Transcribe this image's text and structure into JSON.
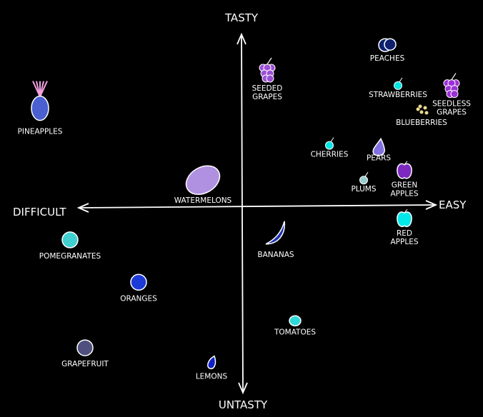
{
  "chart_data": {
    "type": "scatter",
    "title": "",
    "xlabel_left": "DIFFICULT",
    "xlabel_right": "EASY",
    "ylabel_top": "TASTY",
    "ylabel_bottom": "UNTASTY",
    "xlim": [
      -1.1,
      1.1
    ],
    "ylim": [
      -1.0,
      1.0
    ],
    "grid": false,
    "points": [
      {
        "name": "PINEAPPLES",
        "x": -0.94,
        "y": 0.52,
        "color": "#4a5fd0",
        "shape": "pineapple"
      },
      {
        "name": "SEEDED GRAPES",
        "x": 0.12,
        "y": 0.7,
        "color": "#9b4fd6",
        "shape": "grapes"
      },
      {
        "name": "PEACHES",
        "x": 0.68,
        "y": 0.84,
        "color": "#0d1f6e",
        "shape": "peach"
      },
      {
        "name": "STRAWBERRIES",
        "x": 0.73,
        "y": 0.63,
        "color": "#00e5e5",
        "shape": "small"
      },
      {
        "name": "SEEDLESS GRAPES",
        "x": 0.98,
        "y": 0.62,
        "color": "#9b30d6",
        "shape": "grapes"
      },
      {
        "name": "BLUEBERRIES",
        "x": 0.84,
        "y": 0.5,
        "color": "#e8d890",
        "shape": "berries"
      },
      {
        "name": "CHERRIES",
        "x": 0.41,
        "y": 0.32,
        "color": "#00e5e5",
        "shape": "small"
      },
      {
        "name": "PEARS",
        "x": 0.64,
        "y": 0.31,
        "color": "#8070e0",
        "shape": "pear"
      },
      {
        "name": "PLUMS",
        "x": 0.57,
        "y": 0.14,
        "color": "#99cccc",
        "shape": "small"
      },
      {
        "name": "GREEN APPLES",
        "x": 0.76,
        "y": 0.19,
        "color": "#7d28c0",
        "shape": "apple"
      },
      {
        "name": "WATERMELONS",
        "x": -0.18,
        "y": 0.14,
        "color": "#b090e0",
        "shape": "melon"
      },
      {
        "name": "RED APPLES",
        "x": 0.76,
        "y": -0.06,
        "color": "#00e8e8",
        "shape": "apple"
      },
      {
        "name": "POMEGRANATES",
        "x": -0.8,
        "y": -0.17,
        "color": "#40d0d0",
        "shape": "round"
      },
      {
        "name": "BANANAS",
        "x": 0.16,
        "y": -0.14,
        "color": "#2030b0",
        "shape": "banana"
      },
      {
        "name": "ORANGES",
        "x": -0.48,
        "y": -0.39,
        "color": "#1c3ad8",
        "shape": "round"
      },
      {
        "name": "TOMATOES",
        "x": 0.25,
        "y": -0.59,
        "color": "#30d8d8",
        "shape": "tomato"
      },
      {
        "name": "GRAPEFRUIT",
        "x": -0.73,
        "y": -0.73,
        "color": "#505080",
        "shape": "round"
      },
      {
        "name": "LEMONS",
        "x": -0.14,
        "y": -0.81,
        "color": "#1020c8",
        "shape": "lemon"
      }
    ]
  }
}
